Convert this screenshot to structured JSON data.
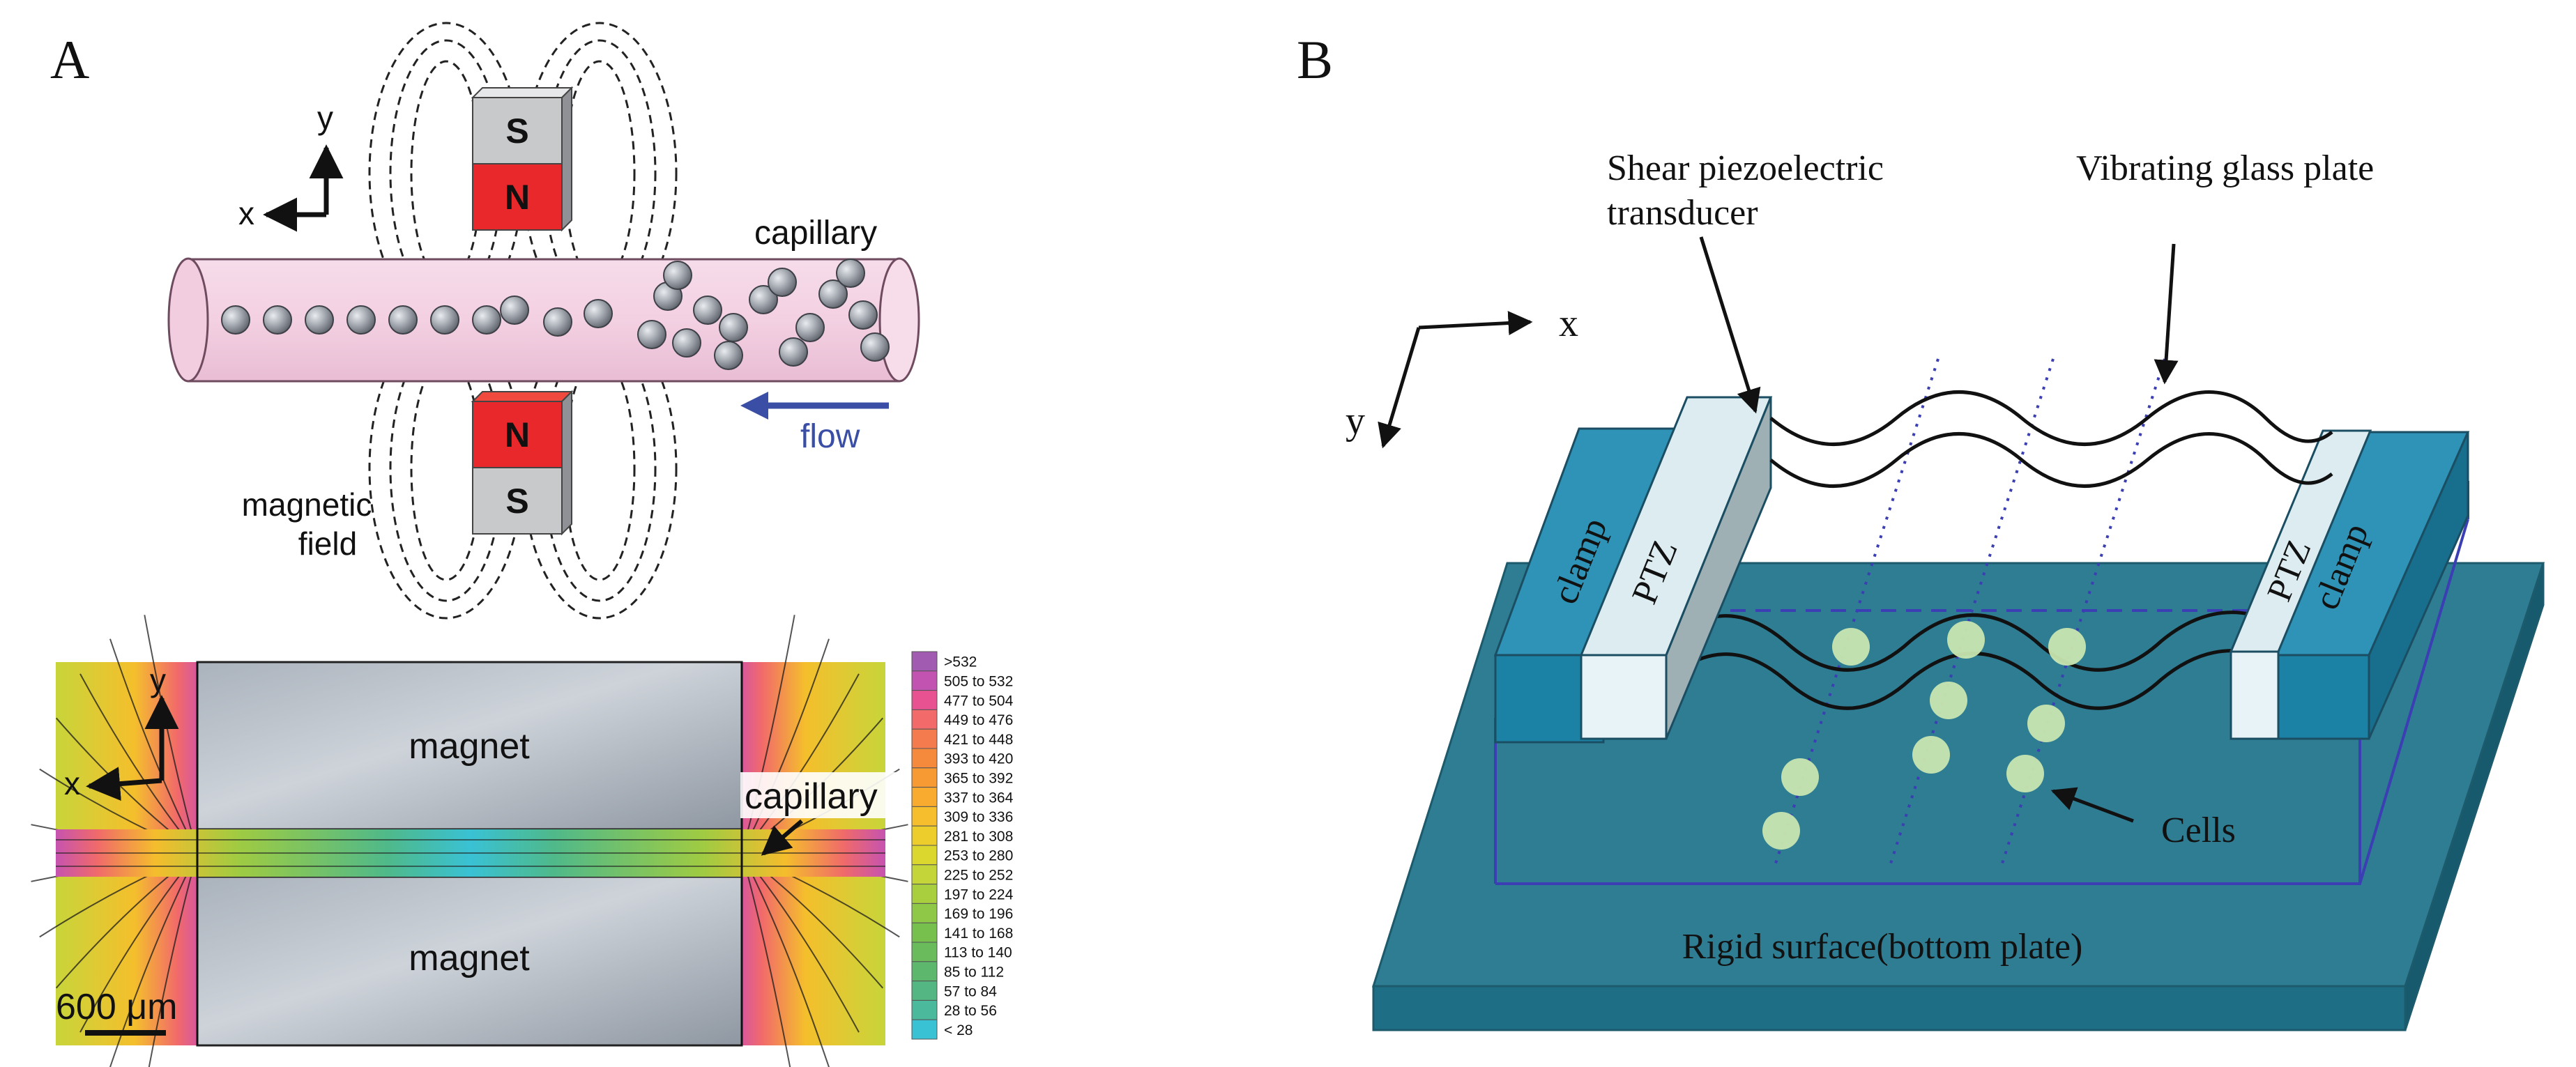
{
  "panel_a": {
    "label": "A",
    "top": {
      "axis_x": "x",
      "axis_y": "y",
      "magnet_top_pole_upper": "S",
      "magnet_top_pole_lower": "N",
      "magnet_bottom_pole_upper": "N",
      "magnet_bottom_pole_lower": "S",
      "capillary_label": "capillary",
      "flow_label": "flow",
      "field_label_line1": "magnetic",
      "field_label_line2": "field",
      "colors": {
        "north": "#e8282a",
        "south": "#c8c9cb",
        "tube": "#f3d3e3",
        "flow": "#3a4ea5"
      }
    },
    "sim": {
      "axis_x": "x",
      "axis_y": "y",
      "magnet_top_label": "magnet",
      "magnet_bottom_label": "magnet",
      "capillary_label": "capillary",
      "scale_label": "600 μm"
    },
    "legend": {
      "entries": [
        {
          "label": ">532",
          "color": "#a15bb0"
        },
        {
          "label": "505 to 532",
          "color": "#c253b1"
        },
        {
          "label": "477 to 504",
          "color": "#e85291"
        },
        {
          "label": "449 to 476",
          "color": "#f26a6a"
        },
        {
          "label": "421 to 448",
          "color": "#f47b4d"
        },
        {
          "label": "393 to 420",
          "color": "#f68a3c"
        },
        {
          "label": "365 to 392",
          "color": "#f79a33"
        },
        {
          "label": "337 to 364",
          "color": "#f8ab2e"
        },
        {
          "label": "309 to 336",
          "color": "#f6bd2c"
        },
        {
          "label": "281 to 308",
          "color": "#eccd2b"
        },
        {
          "label": "253 to 280",
          "color": "#dbd72e"
        },
        {
          "label": "225 to 252",
          "color": "#c4d53a"
        },
        {
          "label": "197 to 224",
          "color": "#a9cf3f"
        },
        {
          "label": "169 to 196",
          "color": "#8fc746"
        },
        {
          "label": "141 to 168",
          "color": "#78c04e"
        },
        {
          "label": "113 to 140",
          "color": "#69bb5c"
        },
        {
          "label": "85 to 112",
          "color": "#5db86e"
        },
        {
          "label": "57 to 84",
          "color": "#54b783"
        },
        {
          "label": "28 to 56",
          "color": "#4ab99c"
        },
        {
          "label": "< 28",
          "color": "#39c1d4"
        }
      ]
    }
  },
  "panel_b": {
    "label": "B",
    "axis_x": "x",
    "axis_y": "y",
    "transducer_line1": "Shear piezoelectric",
    "transducer_line2": "transducer",
    "plate_label": "Vibrating glass plate",
    "clamp_left": "clamp",
    "clamp_right": "clamp",
    "ptz_left": "PTZ",
    "ptz_right": "PTZ",
    "cells_label": "Cells",
    "surface_label": "Rigid surface(bottom plate)",
    "colors": {
      "surface": "#2f7d93",
      "clamp": "#2e93b6",
      "ptz": "#dcecf1",
      "cell": "#c8e6b0",
      "chamber": "#3b3fb3"
    }
  }
}
